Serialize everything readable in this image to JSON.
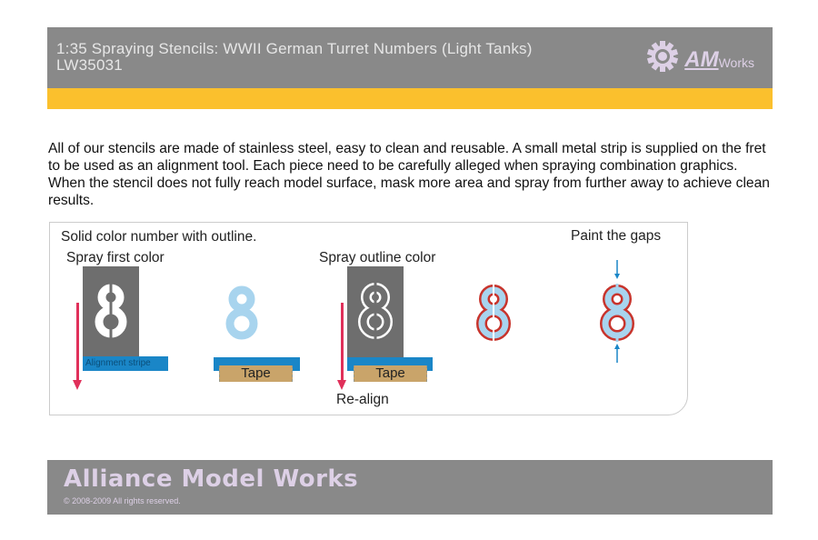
{
  "header": {
    "title": "1:35 Spraying Stencils: WWII German Turret Numbers (Light Tanks)",
    "code": "LW35031",
    "logo": {
      "mark": "AM",
      "suffix": "Works"
    }
  },
  "intro": "All of our stencils are made of stainless steel, easy to clean and reusable. A small metal strip is supplied on the fret to be used as an alignment tool. Each piece need to be carefully alleged when spraying combination graphics. When the stencil does not fully reach model surface, mask more area and spray from further away to achieve clean results.",
  "diagram": {
    "heading": "Solid color number with outline.",
    "step1": "Spray first color",
    "alignment_stripe": "Alignment stripe",
    "tape1": "Tape",
    "step2": "Spray outline color",
    "tape2": "Tape",
    "realign": "Re-align",
    "step3": "Paint the gaps",
    "digit": "8",
    "colors": {
      "stencil": "#6e6e6e",
      "stripe": "#1a86c7",
      "tape": "#c9a46a",
      "fill": "#a8d4ee",
      "outline": "#c8342c",
      "arrow": "#e0305a"
    }
  },
  "footer": {
    "company": "Alliance Model Works",
    "copyright": "© 2008-2009 All rights reserved."
  }
}
